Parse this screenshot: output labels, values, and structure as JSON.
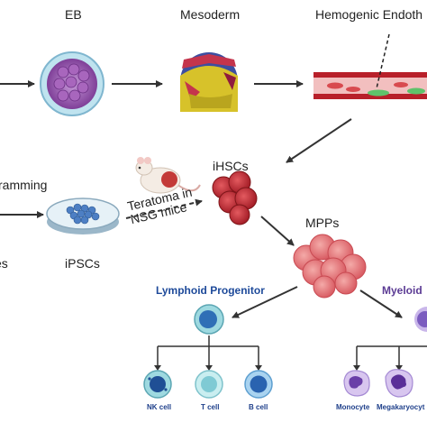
{
  "labels": {
    "eb": "EB",
    "mesoderm": "Mesoderm",
    "hemogenic": "Hemogenic Endoth",
    "reprogramming": "ramming",
    "ihscs": "iHSCs",
    "teratoma": "Teratoma in\nNSG mice",
    "ipscs": "iPSCs",
    "escs": "es",
    "mpps": "MPPs",
    "lymphoid": "Lymphoid Progenitor",
    "myeloid": "Myeloid",
    "nk": "NK cell",
    "tcell": "T cell",
    "bcell": "B cell",
    "monocyte": "Monocyte",
    "megakaryocyte": "Megakaryocyt"
  },
  "colors": {
    "arrow": "#333333",
    "rbc": "#c8323a",
    "mpp": "#e77d80",
    "lymphoid": "#2f6fb6",
    "myeloid": "#7b5cbf",
    "eb": "#8a4fa3",
    "ipsc": "#4d7fc4",
    "vessel": "#b8202a"
  },
  "icons": [
    "embryoid-body-icon",
    "mesoderm-icon",
    "blood-vessel-icon",
    "mouse-icon",
    "petri-dish-icon",
    "ihsc-cluster-icon",
    "mpp-cluster-icon",
    "lymphoid-progenitor-icon",
    "myeloid-progenitor-icon",
    "nk-cell-icon",
    "t-cell-icon",
    "b-cell-icon",
    "monocyte-icon",
    "megakaryocyte-icon"
  ]
}
